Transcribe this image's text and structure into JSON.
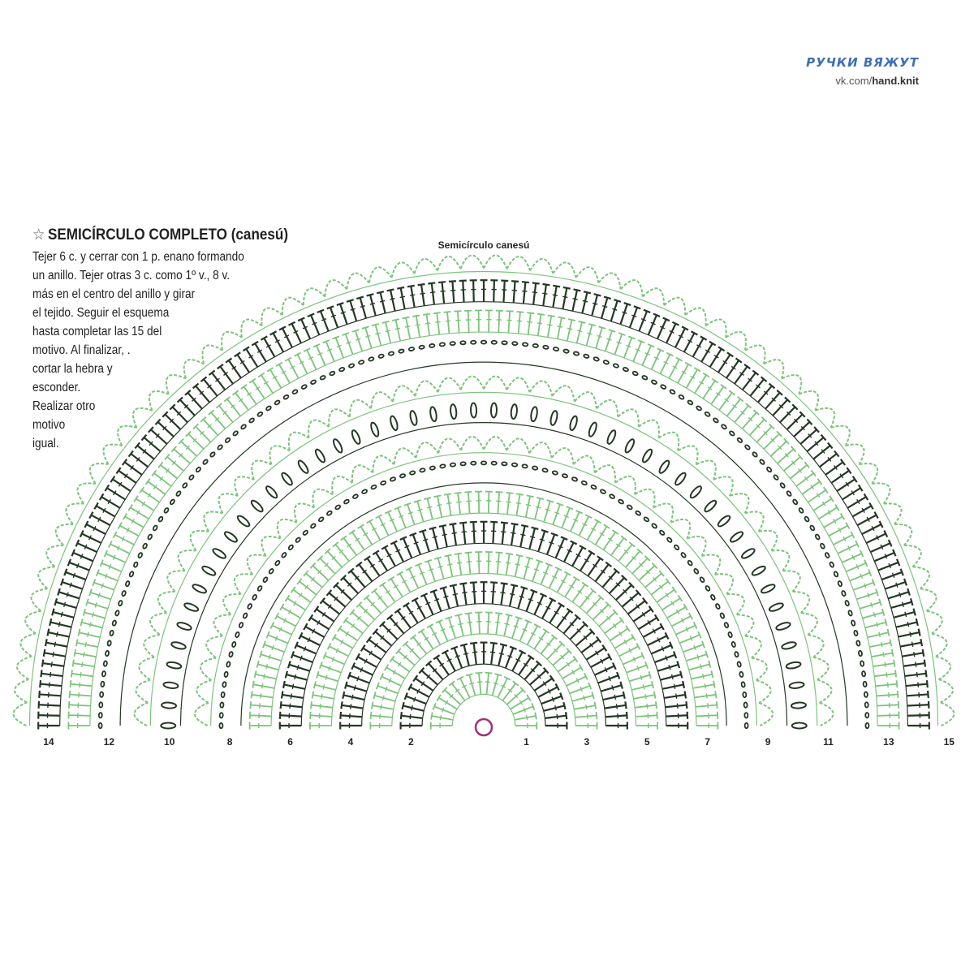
{
  "watermark": {
    "brand": "РУЧКИ ВЯЖУТ",
    "url_prefix": "vk.com/",
    "url_bold": "hand.knit"
  },
  "header": {
    "star": "☆",
    "title": "SEMICÍRCULO COMPLETO (canesú)"
  },
  "instructions": [
    "Tejer 6 c. y cerrar con 1 p. enano formando",
    "un anillo. Tejer otras 3 c. como 1º v., 8 v.",
    "más en el centro del anillo y girar",
    "el tejido. Seguir el esquema",
    "hasta completar las 15 del",
    "motivo. Al finalizar, .",
    "cortar la hebra y",
    "esconder.",
    "Realizar otro",
    "motivo",
    "igual."
  ],
  "diagram": {
    "subtitle": "Semicírculo canesú",
    "colors": {
      "light": "#7cc47a",
      "dark": "#243824",
      "ring": "#a0307a"
    },
    "rows": [
      {
        "label": "1",
        "tone": "light",
        "stitch": "cross"
      },
      {
        "label": "2",
        "tone": "dark",
        "stitch": "cross"
      },
      {
        "label": "3",
        "tone": "light",
        "stitch": "cross"
      },
      {
        "label": "4",
        "tone": "dark",
        "stitch": "cross"
      },
      {
        "label": "5",
        "tone": "light",
        "stitch": "v"
      },
      {
        "label": "6",
        "tone": "dark",
        "stitch": "v"
      },
      {
        "label": "7",
        "tone": "light",
        "stitch": "cross"
      },
      {
        "label": "8",
        "tone": "dark",
        "stitch": "chain"
      },
      {
        "label": "9",
        "tone": "light",
        "stitch": "arc"
      },
      {
        "label": "10",
        "tone": "dark",
        "stitch": "oval"
      },
      {
        "label": "11",
        "tone": "light",
        "stitch": "arc"
      },
      {
        "label": "12",
        "tone": "dark",
        "stitch": "chain"
      },
      {
        "label": "13",
        "tone": "light",
        "stitch": "v"
      },
      {
        "label": "14",
        "tone": "dark",
        "stitch": "cross"
      },
      {
        "label": "15",
        "tone": "light",
        "stitch": "arc"
      }
    ]
  }
}
